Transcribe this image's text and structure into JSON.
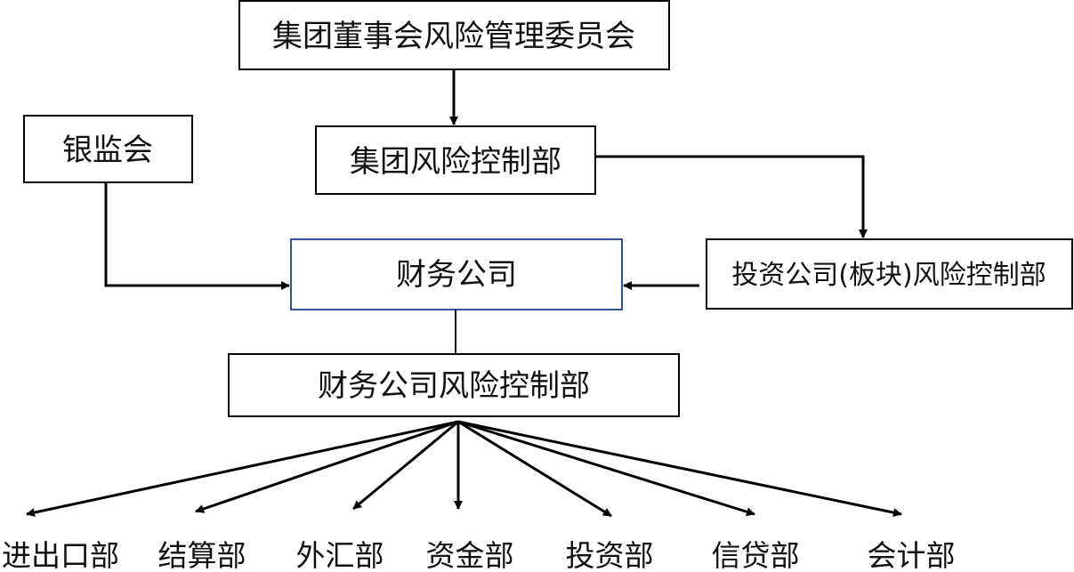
{
  "diagram": {
    "board_committee": "集团董事会风险管理委员会",
    "group_risk_dept": "集团风险控制部",
    "regulator": "银监会",
    "finance_company": "财务公司",
    "sector_risk_dept": "投资公司(板块)风险控制部",
    "fc_risk_dept": "财务公司风险控制部",
    "departments": [
      "进出口部",
      "结算部",
      "外汇部",
      "资金部",
      "投资部",
      "信贷部",
      "会计部"
    ]
  }
}
